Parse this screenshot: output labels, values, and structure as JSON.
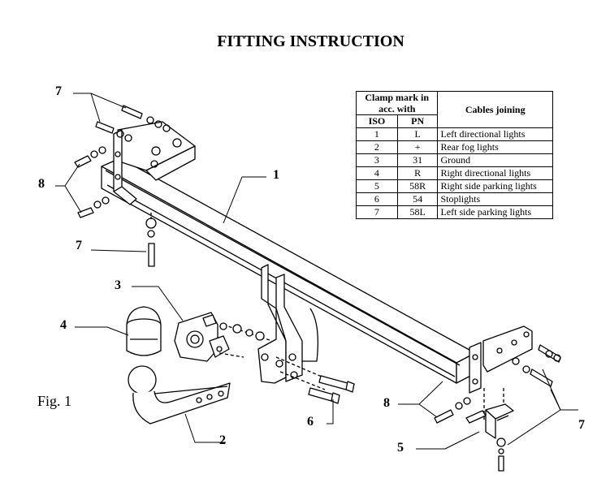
{
  "title": "FITTING INSTRUCTION",
  "figure_label": "Fig. 1",
  "callouts": {
    "c1": "1",
    "c2": "2",
    "c3": "3",
    "c4": "4",
    "c5": "5",
    "c6": "6",
    "c7a": "7",
    "c7b": "7",
    "c7c": "7",
    "c8a": "8",
    "c8b": "8"
  },
  "table": {
    "header_clamp": "Clamp mark in acc. with",
    "header_iso": "ISO",
    "header_pn": "PN",
    "header_cables": "Cables joining",
    "rows": [
      {
        "iso": "1",
        "pn": "L",
        "desc": "Left directional lights"
      },
      {
        "iso": "2",
        "pn": "+",
        "desc": "Rear fog lights"
      },
      {
        "iso": "3",
        "pn": "31",
        "desc": "Ground"
      },
      {
        "iso": "4",
        "pn": "R",
        "desc": "Right directional lights"
      },
      {
        "iso": "5",
        "pn": "58R",
        "desc": "Right side parking lights"
      },
      {
        "iso": "6",
        "pn": "54",
        "desc": "Stoplights"
      },
      {
        "iso": "7",
        "pn": "58L",
        "desc": "Left side parking lights"
      }
    ]
  }
}
